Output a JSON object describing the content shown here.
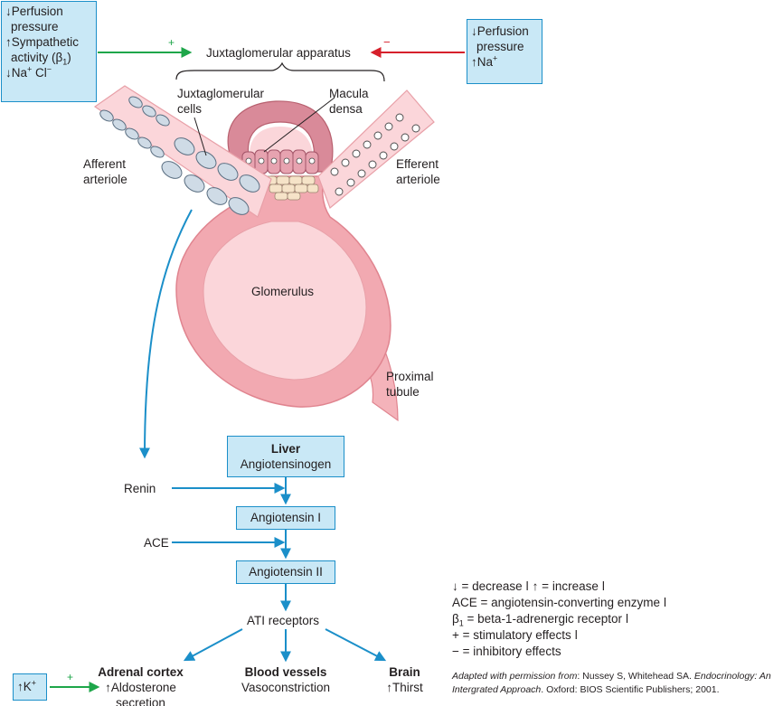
{
  "topLeftBox": {
    "line1": "↓Perfusion",
    "line2": "pressure",
    "line3": "↑Sympathetic",
    "line4": "activity (β",
    "line4sub": "1",
    "line4end": ")",
    "line5": "↓Na",
    "line5sup": "+",
    "line5mid": " Cl",
    "line5sup2": "−"
  },
  "topRightBox": {
    "line1": "↓Perfusion",
    "line2": "pressure",
    "line3": "↑Na",
    "line3sup": "+"
  },
  "signs": {
    "plus": "+",
    "minus": "−"
  },
  "labels": {
    "jga": "Juxtaglomerular apparatus",
    "jgCells1": "Juxtaglomerular",
    "jgCells2": "cells",
    "macula1": "Macula",
    "macula2": "densa",
    "afferent1": "Afferent",
    "afferent2": "arteriole",
    "efferent1": "Efferent",
    "efferent2": "arteriole",
    "glomerulus": "Glomerulus",
    "proximal1": "Proximal",
    "proximal2": "tubule"
  },
  "flow": {
    "liverTitle": "Liver",
    "liverSub": "Angiotensinogen",
    "renin": "Renin",
    "angI": "Angiotensin I",
    "ace": "ACE",
    "angII": "Angiotensin II",
    "receptors": "ATI receptors",
    "adrenalTitle": "Adrenal cortex",
    "adrenalSub1": "↑Aldosterone",
    "adrenalSub2": "secretion",
    "vesselsTitle": "Blood vessels",
    "vesselsSub": "Vasoconstriction",
    "brainTitle": "Brain",
    "brainSub": "↑Thirst",
    "kBox": "↑K",
    "kSup": "+"
  },
  "legend": {
    "l1": "↓ = decrease  ǀ ↑ = increase  ǀ",
    "l2": "ACE = angiotensin-converting enzyme  ǀ",
    "l3": "β",
    "l3sub": "1",
    "l3end": " = beta-1-adrenergic receptor  ǀ",
    "l4": "+ = stimulatory effects  ǀ",
    "l5": "− = inhibitory effects"
  },
  "credit": {
    "adapted": "Adapted with permission from",
    "authors": ": Nussey S, Whitehead SA. ",
    "title": "Endocrinology: An Intergrated Approach",
    "pub": ". Oxford: BIOS Scientific Publishers; 2001."
  },
  "colors": {
    "boxFill": "#c9e8f6",
    "boxBorder": "#1b8fc9",
    "arrowBlue": "#1b8fc9",
    "arrowGreen": "#1ea64a",
    "arrowRed": "#d6202b",
    "tissuePink": "#f2a9b1",
    "tissueLight": "#fbd6da"
  }
}
